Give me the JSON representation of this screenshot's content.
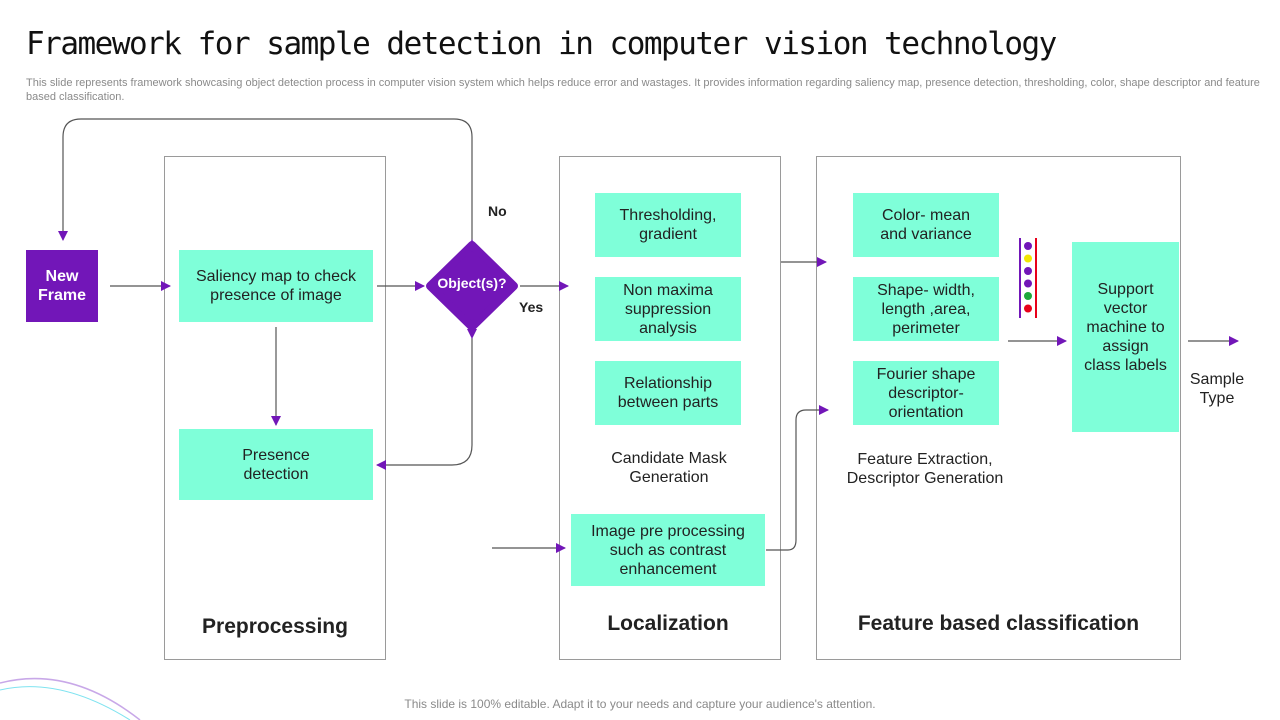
{
  "slide": {
    "title": "Framework for sample detection in computer vision technology",
    "subtitle": "This slide represents framework showcasing object detection process in computer vision system which helps reduce error and wastages. It provides information regarding saliency map, presence detection, thresholding, color, shape descriptor and feature based classification.",
    "footer": "This slide is 100% editable. Adapt it to your needs and capture your audience's attention."
  },
  "colors": {
    "accent": "#7216b8",
    "box_fill": "#7fffd9",
    "panel_border": "#9a9a9a"
  },
  "start": {
    "label": "New Frame"
  },
  "preprocessing": {
    "label": "Preprocessing",
    "saliency": "Saliency map to check presence of image",
    "presence": "Presence detection"
  },
  "decision": {
    "label": "Object(s)?",
    "no": "No",
    "yes": "Yes"
  },
  "localization": {
    "label": "Localization",
    "thresholding": "Thresholding, gradient",
    "non_maxima": "Non maxima suppression analysis",
    "relationship": "Relationship between parts",
    "candidate": "Candidate Mask Generation",
    "preprocess": "Image pre processing such as contrast enhancement"
  },
  "feature": {
    "label": "Feature based classification",
    "color": "Color- mean and variance",
    "shape": "Shape- width, length ,area, perimeter",
    "fourier": "Fourier shape descriptor- orientation",
    "extraction": "Feature Extraction, Descriptor Generation",
    "svm": "Support vector machine to assign class labels",
    "indicator_colors": [
      "#7216b8",
      "#f2e600",
      "#7216b8",
      "#7216b8",
      "#1ea83c",
      "#e8001a"
    ]
  },
  "output": {
    "label": "Sample Type"
  }
}
